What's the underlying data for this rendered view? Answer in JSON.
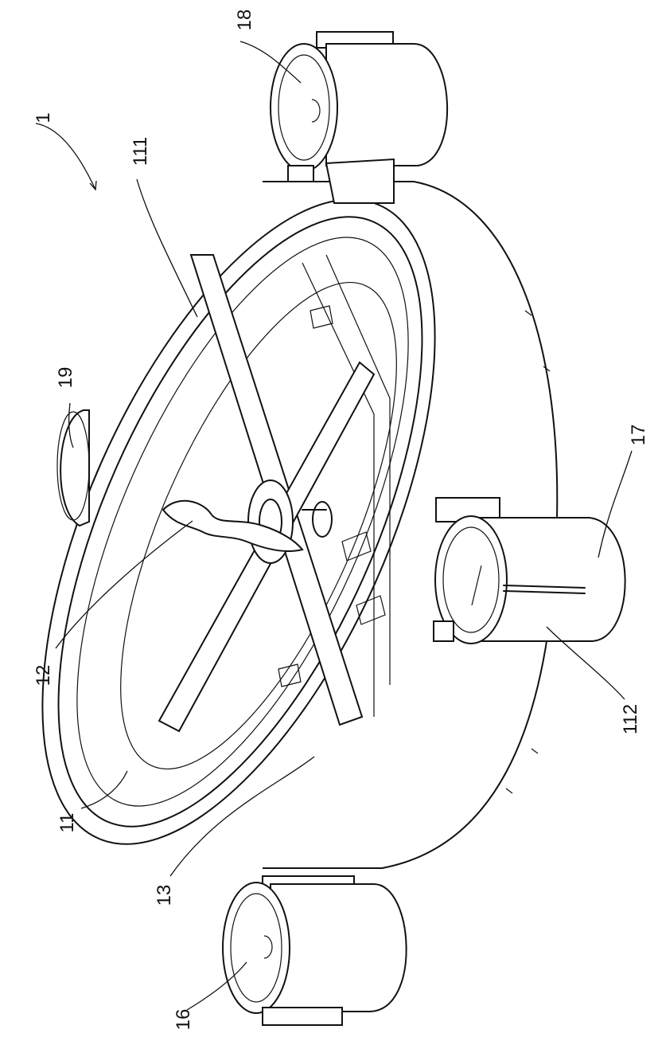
{
  "labels": {
    "l1": "1",
    "l11": "11",
    "l111": "111",
    "l112": "112",
    "l12": "12",
    "l13": "13",
    "l16": "16",
    "l17": "17",
    "l18": "18",
    "l19": "19"
  }
}
